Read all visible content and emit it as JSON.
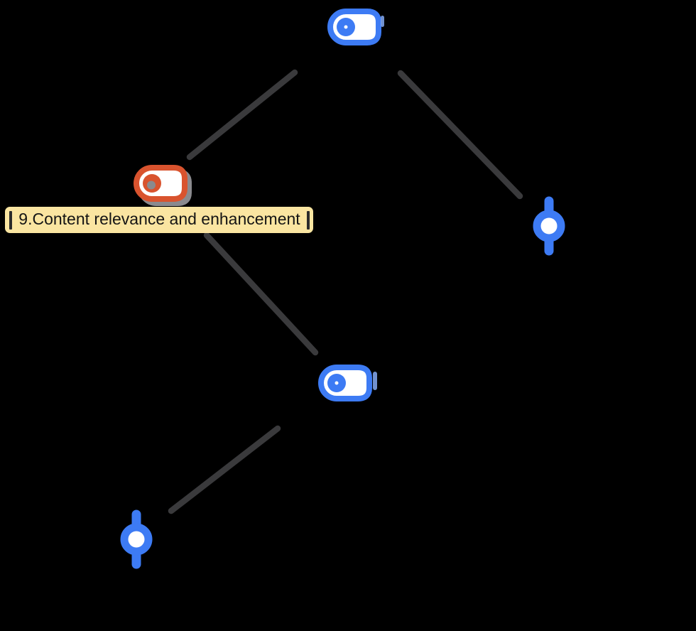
{
  "diagram": {
    "type": "mind-map",
    "background_color": "#000000",
    "colors": {
      "background": "#000000",
      "blue": "#3d7bf4",
      "blue_light": "#85aaf3",
      "orange": "#d9532e",
      "edge": "#3a3a3c",
      "highlight": "#fae5a1",
      "shadow": "#8a8a8e",
      "icon_fill": "#ffffff",
      "text": "#141414",
      "caret": "#2b2b2b"
    },
    "selected_topic": {
      "text": "9.Content relevance and enhancement",
      "highlighted": true,
      "edit_carets_visible": true
    },
    "nodes": [
      {
        "id": "root",
        "icon": "toggle-icon",
        "color": "blue"
      },
      {
        "id": "topic-9",
        "icon": "toggle-icon",
        "color": "orange",
        "label": "9.Content relevance and enhancement"
      },
      {
        "id": "right-child",
        "icon": "branch-node-icon",
        "color": "blue"
      },
      {
        "id": "sub-topic",
        "icon": "toggle-icon",
        "color": "blue"
      },
      {
        "id": "bottom-left-child",
        "icon": "branch-node-icon",
        "color": "blue"
      }
    ],
    "edges": [
      {
        "from": "root",
        "to": "topic-9"
      },
      {
        "from": "root",
        "to": "right-child"
      },
      {
        "from": "topic-9",
        "to": "sub-topic"
      },
      {
        "from": "sub-topic",
        "to": "bottom-left-child"
      }
    ]
  }
}
